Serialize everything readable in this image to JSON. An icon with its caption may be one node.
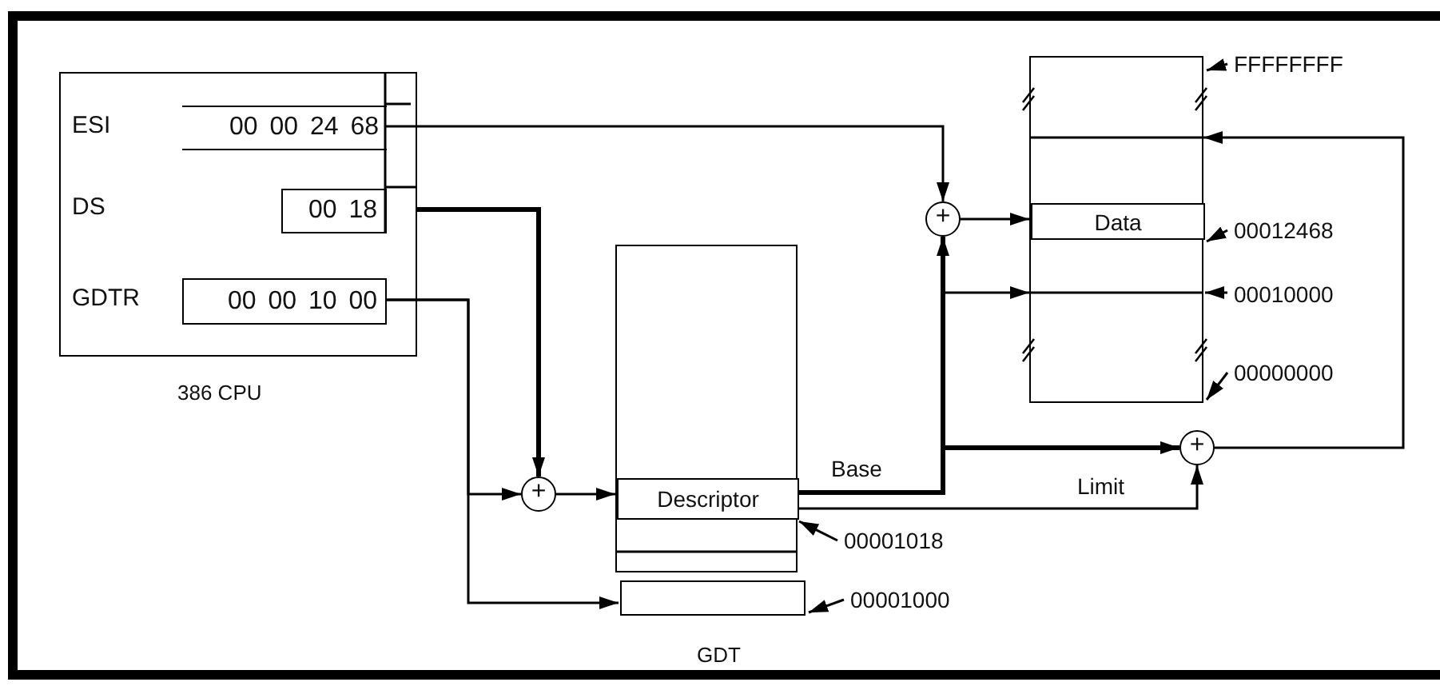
{
  "diagram": {
    "nodes": [
      {
        "text": [
          "386 CPU"
        ]
      },
      {
        "text": [
          "00 00 24 68"
        ],
        "in": 0
      },
      {
        "text": [
          "00 18"
        ],
        "in": 0
      },
      {
        "text": [
          "00 00 10 00"
        ],
        "in": 0
      },
      {
        "text": [
          "+"
        ]
      },
      {
        "text": [],
        "shape": "box"
      },
      {
        "text": [
          "Descriptor"
        ],
        "in": 5
      },
      {
        "text": [],
        "shape": "box"
      },
      {
        "text": [
          "+"
        ]
      },
      {
        "text": [],
        "shape": "box"
      },
      {
        "text": [
          "Data"
        ],
        "in": 9
      },
      {
        "text": [
          "+"
        ]
      },
      {
        "text": [
          "FFFFFFFF"
        ]
      },
      {
        "text": [
          "00012468"
        ]
      },
      {
        "text": [
          "00010000"
        ]
      },
      {
        "text": [
          "00000000"
        ]
      },
      {
        "text": [
          "00001018"
        ]
      },
      {
        "text": [
          "00001000"
        ]
      }
    ],
    "edges": [
      {
        "from": 1,
        "to": 8,
        "arrow": "to"
      },
      {
        "from": 2,
        "to": 4,
        "arrow": "to",
        "style": "thick"
      },
      {
        "from": 3,
        "to": 4,
        "arrow": "to"
      },
      {
        "from": 3,
        "to": 7,
        "arrow": "to"
      },
      {
        "from": 4,
        "to": 6,
        "arrow": "to"
      },
      {
        "from": 6,
        "to": 8,
        "arrow": "to",
        "style": "thick",
        "label": "Base"
      },
      {
        "from": 6,
        "to": 9,
        "arrow": "to"
      },
      {
        "from": 6,
        "to": 11,
        "arrow": "to",
        "style": "thick"
      },
      {
        "from": 6,
        "to": 11,
        "arrow": "to",
        "label": "Limit"
      },
      {
        "from": 8,
        "to": 10,
        "arrow": "to"
      },
      {
        "from": 11,
        "to": 9,
        "arrow": "to"
      },
      {
        "from": 12,
        "to": 9,
        "arrow": "to"
      },
      {
        "from": 13,
        "to": 10,
        "arrow": "to"
      },
      {
        "from": 14,
        "to": 9,
        "arrow": "to"
      },
      {
        "from": 15,
        "to": 9,
        "arrow": "to"
      },
      {
        "from": 16,
        "to": 6,
        "arrow": "to"
      },
      {
        "from": 17,
        "to": 7,
        "arrow": "to"
      }
    ],
    "labels": [
      "ESI",
      "DS",
      "GDTR",
      "GDT"
    ]
  }
}
